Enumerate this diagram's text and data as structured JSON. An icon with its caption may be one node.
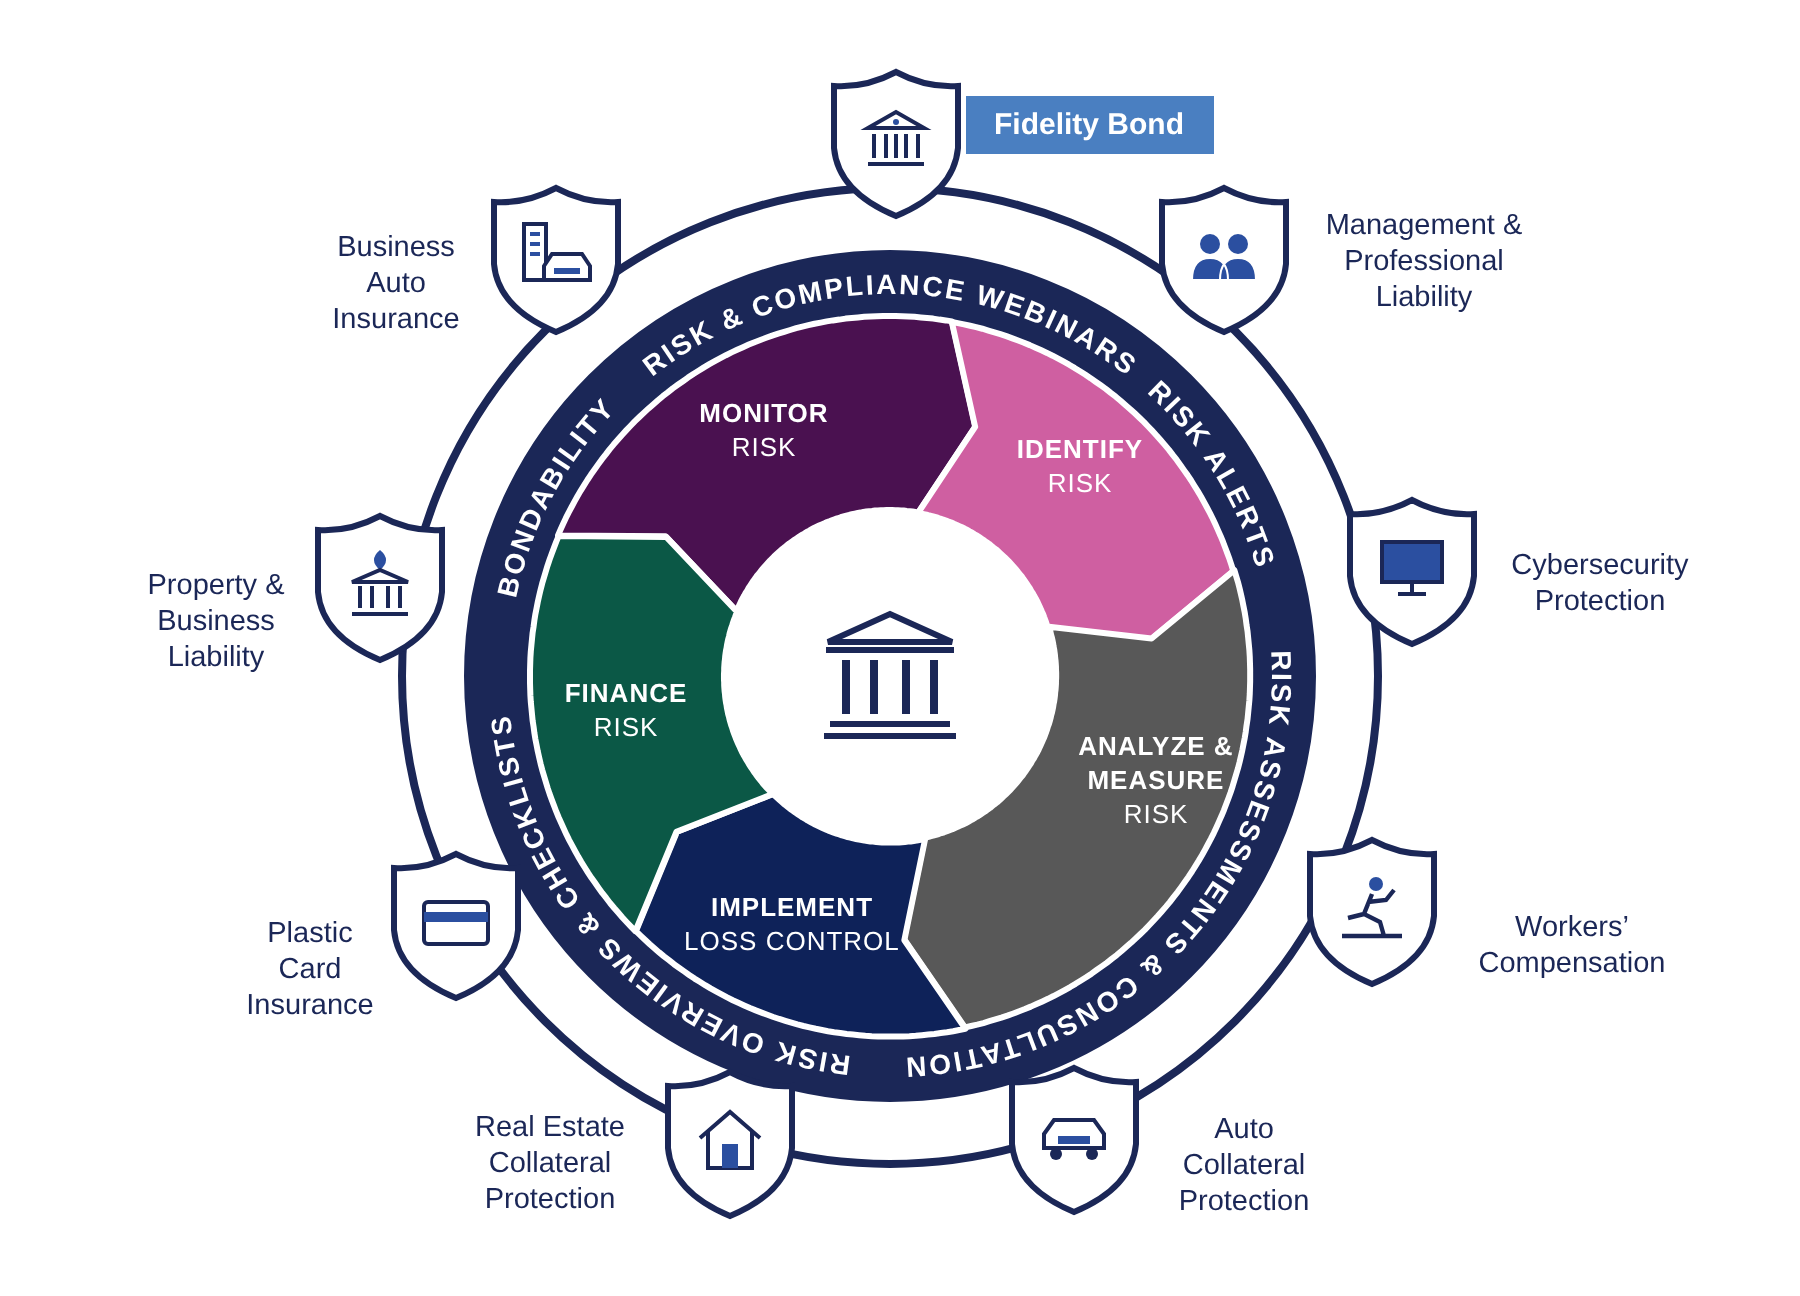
{
  "diagram": {
    "nodes": [
      {
        "text": [],
        "shape": "shield",
        "beside": [
          "Fidelity Bond"
        ]
      },
      {
        "text": [],
        "shape": "shield",
        "beside": [
          "Management & Professional Liability"
        ]
      },
      {
        "text": [],
        "shape": "shield",
        "beside": [
          "Cybersecurity Protection"
        ]
      },
      {
        "text": [],
        "shape": "shield",
        "beside": [
          "Workers’ Compensation"
        ]
      },
      {
        "text": [],
        "shape": "shield",
        "beside": [
          "Auto Collateral Protection"
        ]
      },
      {
        "text": [],
        "shape": "shield",
        "beside": [
          "Real Estate Collateral Protection"
        ]
      },
      {
        "text": [],
        "shape": "shield",
        "beside": [
          "Plastic Card Insurance"
        ]
      },
      {
        "text": [],
        "shape": "shield",
        "beside": [
          "Property & Business Liability"
        ]
      },
      {
        "text": [],
        "shape": "shield",
        "beside": [
          "Business Auto Insurance"
        ]
      },
      {
        "text": [
          "MONITOR",
          "RISK"
        ]
      },
      {
        "text": [
          "IDENTIFY",
          "RISK"
        ]
      },
      {
        "text": [
          "ANALYZE & MEASURE",
          "RISK"
        ]
      },
      {
        "text": [
          "IMPLEMENT",
          "LOSS CONTROL"
        ]
      },
      {
        "text": [
          "FINANCE",
          "RISK"
        ]
      },
      {
        "text": [],
        "shape": "circle"
      }
    ],
    "labels": [
      "BONDABILITY",
      "RISK & COMPLIANCE WEBINARS",
      "RISK ALERTS",
      "RISK ASSESSMENTS & CONSULTATION",
      "RISK OVERVIEWS & CHECKLISTS"
    ]
  }
}
